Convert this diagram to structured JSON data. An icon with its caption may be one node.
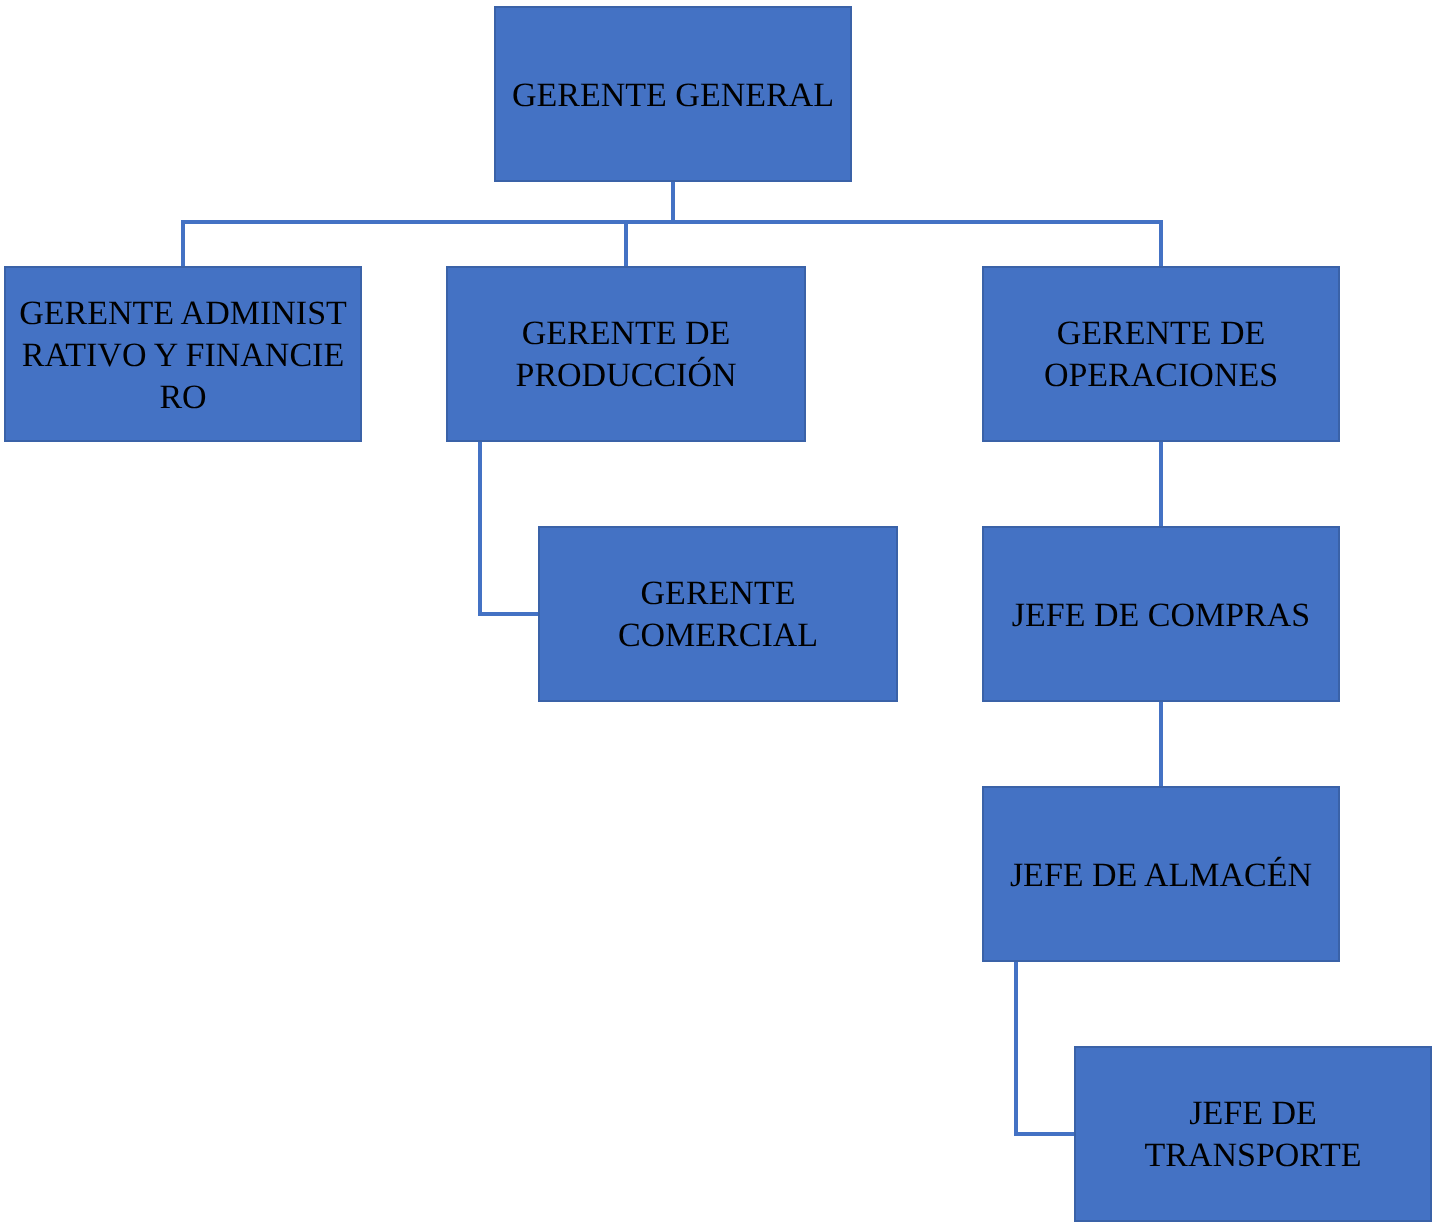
{
  "diagram": {
    "nodes": [
      {
        "text": [
          "GERENTE GENERAL"
        ]
      },
      {
        "text": [
          "GERENTE ADMINISTRATIVO Y FINANCIERO"
        ]
      },
      {
        "text": [
          "GERENTE DE PRODUCCIÓN"
        ]
      },
      {
        "text": [
          "GERENTE DE OPERACIONES"
        ]
      },
      {
        "text": [
          "GERENTE COMERCIAL"
        ]
      },
      {
        "text": [
          "JEFE DE COMPRAS"
        ]
      },
      {
        "text": [
          "JEFE DE ALMACÉN"
        ]
      },
      {
        "text": [
          "JEFE DE TRANSPORTE"
        ]
      }
    ],
    "edges": [
      {
        "from": 0,
        "to": 1,
        "arrow": "none"
      },
      {
        "from": 0,
        "to": 2,
        "arrow": "none"
      },
      {
        "from": 0,
        "to": 3,
        "arrow": "none"
      },
      {
        "from": 2,
        "to": 4,
        "arrow": "none"
      },
      {
        "from": 3,
        "to": 5,
        "arrow": "none"
      },
      {
        "from": 5,
        "to": 6,
        "arrow": "none"
      },
      {
        "from": 6,
        "to": 7,
        "arrow": "none"
      }
    ]
  }
}
